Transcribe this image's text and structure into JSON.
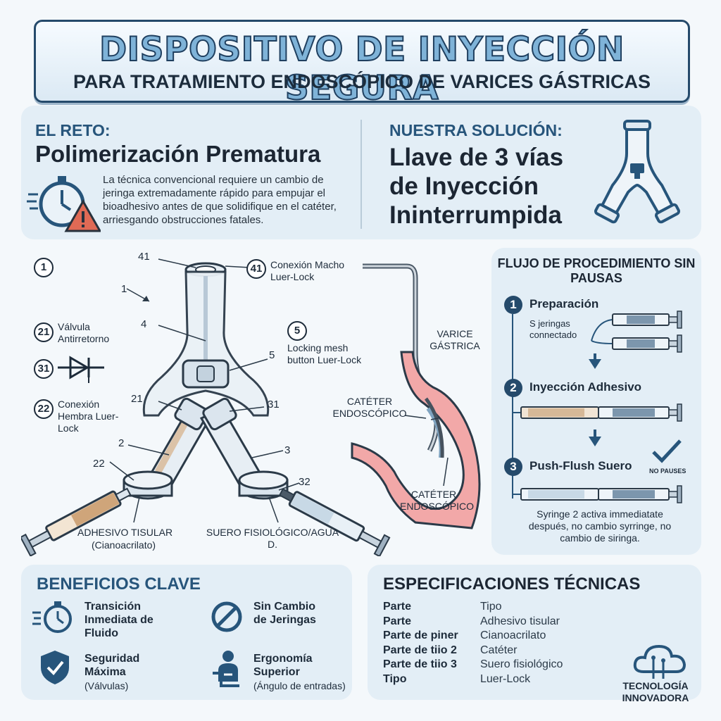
{
  "title": {
    "main": "DISPOSITIVO DE INYECCIÓN SEGURA",
    "sub": "PARA TRATAMIENTO ENDOSCÓPICO DE VARICES GÁSTRICAS"
  },
  "challenge": {
    "heading": "EL RETO:",
    "title": "Polimerización Prematura",
    "body": "La técnica convencional requiere un cambio de jeringa extremadamente rápido para empujar el bioadhesivo antes de que solidifique en el catéter, arriesgando obstrucciones fatales."
  },
  "solution": {
    "heading": "NUESTRA SOLUCIÓN:",
    "line1": "Llave de 3 vías",
    "line2": "de Inyección",
    "line3": "Ininterrumpida"
  },
  "diagram": {
    "fig_no": "1",
    "label_41": "41",
    "label_1": "1",
    "label_4": "4",
    "label_5": "5",
    "label_21": "21",
    "label_31": "31",
    "label_2": "2",
    "label_3": "3",
    "label_22": "22",
    "label_32": "32",
    "legend_41_num": "41",
    "legend_41_text": "Conexión Macho Luer-Lock",
    "legend_21_num": "21",
    "legend_21_text": "Válvula Antirretorno",
    "legend_31_num": "31",
    "legend_22_num": "22",
    "legend_22_text": "Conexión Hembra Luer-Lock",
    "legend_5_num": "5",
    "legend_5_text": "Locking mesh button Luer-Lock",
    "adhesive": "ADHESIVO TISULAR",
    "adhesive_sub": "(Cianoacrilato)",
    "saline": "SUERO FISIOLÓGICO/AGUA D.",
    "varice": "VARICE GÁSTRICA",
    "catheter1": "CATÉTER ENDOSCÓPICO",
    "catheter2": "CATÉTER ENDOSCÓPICO"
  },
  "flow": {
    "heading": "FLUJO DE PROCEDIMIENTO SIN PAUSAS",
    "steps": [
      {
        "num": "1",
        "title": "Preparación",
        "note": "S jeringas connectado"
      },
      {
        "num": "2",
        "title": "Inyección Adhesivo"
      },
      {
        "num": "3",
        "title": "Push-Flush Suero",
        "note": "NO PAUSES"
      }
    ],
    "footer": "Syringe 2 activa immediatate después, no cambio syrringe, no cambio de siringa."
  },
  "benefits": {
    "heading": "BENEFICIOS CLAVE",
    "items": [
      {
        "title": "Transición Inmediata de Fluido",
        "icon": "stopwatch-icon"
      },
      {
        "title": "Sin Cambio de Jeringas",
        "icon": "no-symbol-icon"
      },
      {
        "title": "Seguridad Máxima",
        "sub": "(Válvulas)",
        "icon": "shield-check-icon"
      },
      {
        "title": "Ergonomía Superior",
        "sub": "(Ángulo de entradas)",
        "icon": "ergonomic-user-icon"
      }
    ]
  },
  "specs": {
    "heading": "ESPECIFICACIONES TÉCNICAS",
    "rows": [
      {
        "label": "Parte",
        "value": "Tipo"
      },
      {
        "label": "Parte",
        "value": "Adhesivo tisular"
      },
      {
        "label": "Parte de piner",
        "value": "Cianoacrilato"
      },
      {
        "label": "Parte de tiio 2",
        "value": "Catéter"
      },
      {
        "label": "Parte de tiio 3",
        "value": "Suero fisiológico"
      },
      {
        "label": "Tipo",
        "value": "Luer-Lock"
      }
    ]
  },
  "badge": {
    "line1": "TECNOLOGÍA",
    "line2": "INNOVADORA",
    "icon": "cloud-tech-icon"
  },
  "colors": {
    "accent": "#27557b",
    "panel": "#e3eef6",
    "warning": "#e06a55"
  }
}
